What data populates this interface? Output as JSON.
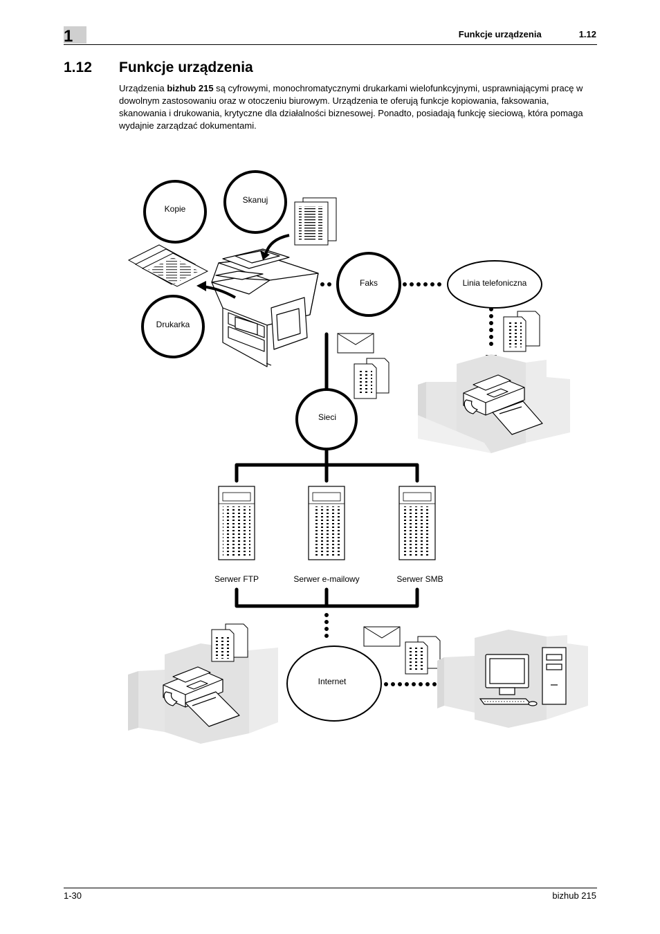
{
  "header": {
    "chapter_number": "1",
    "running_title": "Funkcje urządzenia",
    "running_section": "1.12"
  },
  "section": {
    "number": "1.12",
    "title": "Funkcje urządzenia"
  },
  "intro": {
    "before_bold": "Urządzenia ",
    "bold": "bizhub 215",
    "after_bold": " są cyfrowymi, monochromatycznymi drukarkami wielofunkcyjnymi, usprawniającymi pracę w dowolnym zastosowaniu oraz w otoczeniu biurowym. Urządzenia te oferują funkcje kopiowania, faksowania, skanowania i drukowania, krytyczne dla działalności biznesowej. Ponadto, posiadają funkcję sieciową, która pomaga wydajnie zarządzać dokumentami."
  },
  "diagram": {
    "kopie": "Kopie",
    "skanuj": "Skanuj",
    "drukarka": "Drukarka",
    "faks": "Faks",
    "linia": "Linia telefoniczna",
    "sieci": "Sieci",
    "serwer_ftp": "Serwer FTP",
    "serwer_email": "Serwer e-mailowy",
    "serwer_smb": "Serwer SMB",
    "internet": "Internet"
  },
  "footer": {
    "page": "1-30",
    "product": "bizhub 215"
  }
}
